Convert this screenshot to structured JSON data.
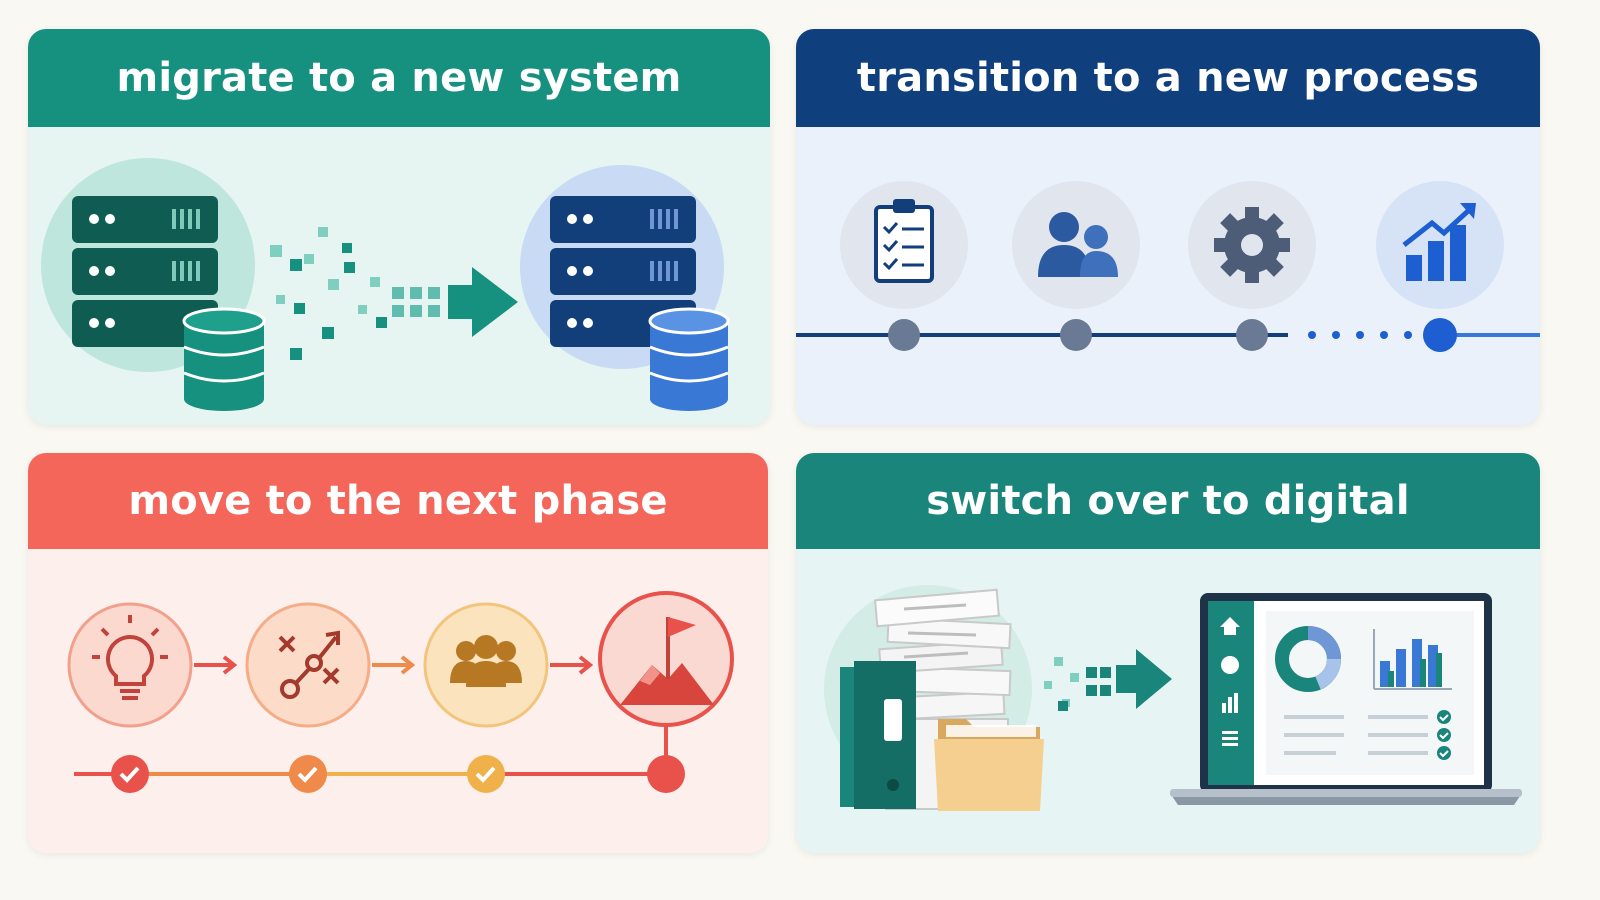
{
  "cards": [
    {
      "id": "migrate",
      "title": "migrate to a new system"
    },
    {
      "id": "transition",
      "title": "transition to a new process"
    },
    {
      "id": "move",
      "title": "move to the next phase"
    },
    {
      "id": "switch",
      "title": "switch over to digital"
    }
  ],
  "colors": {
    "background": "#faf8f2",
    "teal_header": "#16907f",
    "teal_dark": "#0e5c52",
    "navy_header": "#0f3f7d",
    "navy_dark": "#123f7a",
    "blue_accent": "#1d5fd0",
    "coral_header": "#f4665a",
    "orange_step": "#f08a4b",
    "gold_step": "#f0b04a",
    "switch_header": "#1a857a"
  },
  "icons": {
    "migrate": [
      "source-server-icon",
      "source-database-icon",
      "data-transfer-arrow-icon",
      "target-server-icon",
      "target-database-icon"
    ],
    "transition": [
      "clipboard-checklist-icon",
      "team-icon",
      "gear-icon",
      "growth-chart-icon"
    ],
    "move": [
      "lightbulb-icon",
      "strategy-icon",
      "group-icon",
      "summit-flag-icon",
      "check-icon"
    ],
    "switch": [
      "paper-stack-icon",
      "binder-icon",
      "folder-icon",
      "digitize-arrow-icon",
      "laptop-dashboard-icon"
    ]
  }
}
